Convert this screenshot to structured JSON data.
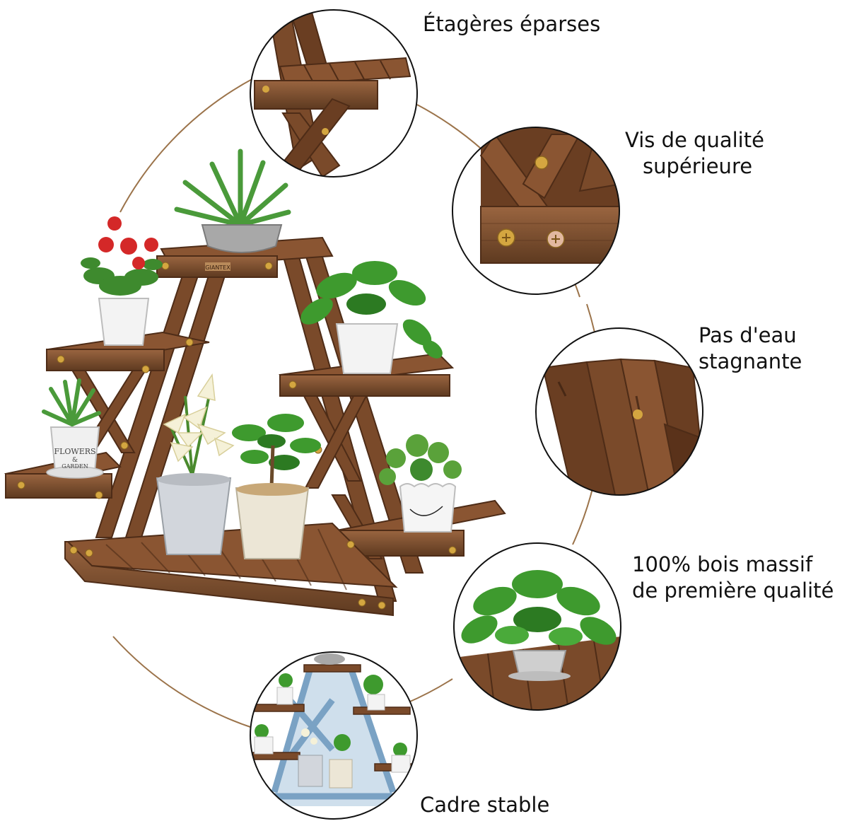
{
  "features": [
    {
      "lines": [
        "Étagères éparses"
      ]
    },
    {
      "lines": [
        "Vis de qualité",
        "supérieure"
      ]
    },
    {
      "lines": [
        "Pas d'eau",
        "stagnante"
      ]
    },
    {
      "lines": [
        "100% bois massif",
        "de première qualité"
      ]
    },
    {
      "lines": [
        "Cadre stable"
      ]
    }
  ],
  "pot_text": {
    "line1": "FLOWERS",
    "line2": "&",
    "line3": "GARDEN"
  },
  "brand_plate": "GIANTEX",
  "colors": {
    "wood": "#7a4a2a",
    "wood_dark": "#4e2c17",
    "wood_light": "#9a6540",
    "screw": "#d4a640",
    "leaf": "#3e9a2e",
    "leaf_dark": "#2c7a22",
    "arc": "#8a5a2a",
    "frame_blue": "#7aa2c4"
  }
}
